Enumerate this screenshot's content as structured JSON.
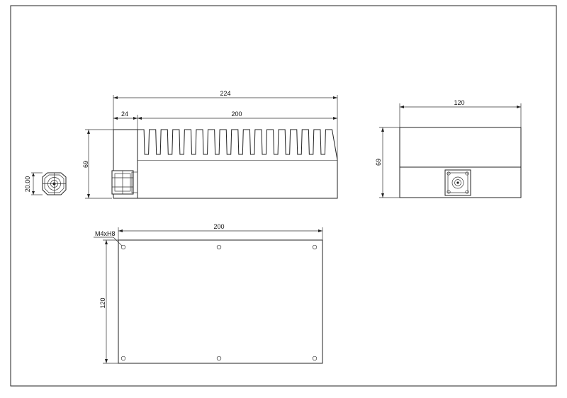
{
  "drawing": {
    "side_view": {
      "overall_length": "224",
      "connector_length": "24",
      "body_length": "200",
      "height": "69"
    },
    "connector_end_view": {
      "size": "20.00"
    },
    "end_view": {
      "width": "120",
      "height": "69"
    },
    "bottom_view": {
      "length": "200",
      "width": "120",
      "hole_spec": "M4xH8"
    }
  }
}
